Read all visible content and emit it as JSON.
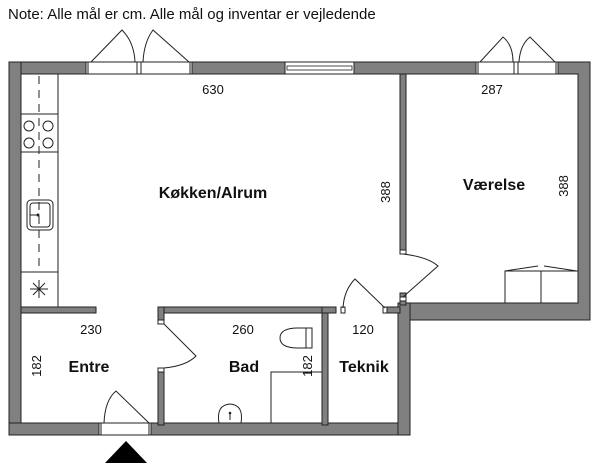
{
  "note": "Note: Alle mål er cm. Alle mål og inventar er vejledende",
  "rooms": {
    "kitchen": {
      "name": "Køkken/Alrum",
      "width": "630",
      "depth": "388"
    },
    "bedroom": {
      "name": "Værelse",
      "width": "287",
      "depth": "388"
    },
    "entrance": {
      "name": "Entre",
      "width": "230",
      "depth": "182"
    },
    "bathroom": {
      "name": "Bad",
      "width": "260",
      "depth": "182"
    },
    "technical": {
      "name": "Teknik",
      "width": "120"
    }
  },
  "colors": {
    "wall": "#808080",
    "line": "#222222",
    "background": "#ffffff"
  }
}
